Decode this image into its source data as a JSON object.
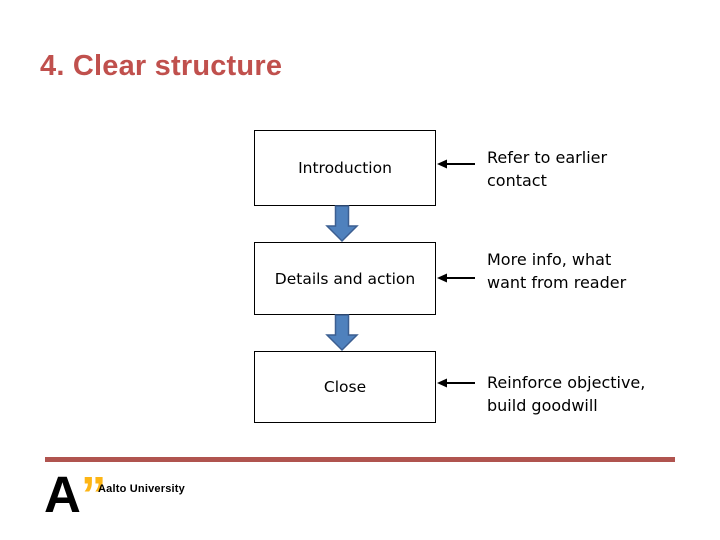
{
  "title": "4. Clear structure",
  "flowchart": {
    "boxes": [
      {
        "label": "Introduction"
      },
      {
        "label": "Details and action"
      },
      {
        "label": "Close"
      }
    ],
    "annotations": [
      {
        "text": "Refer to earlier\ncontact"
      },
      {
        "text": "More info, what\nwant from reader"
      },
      {
        "text": "Reinforce objective,\nbuild goodwill"
      }
    ]
  },
  "footer": {
    "logo_letter": "A",
    "logo_quote": "”",
    "logo_text": "Aalto University"
  },
  "colors": {
    "title": "#C0504D",
    "divider": "#B0544F",
    "arrow_fill": "#4F81BD",
    "arrow_stroke": "#3C5F91",
    "logo_yellow": "#FDB515"
  }
}
